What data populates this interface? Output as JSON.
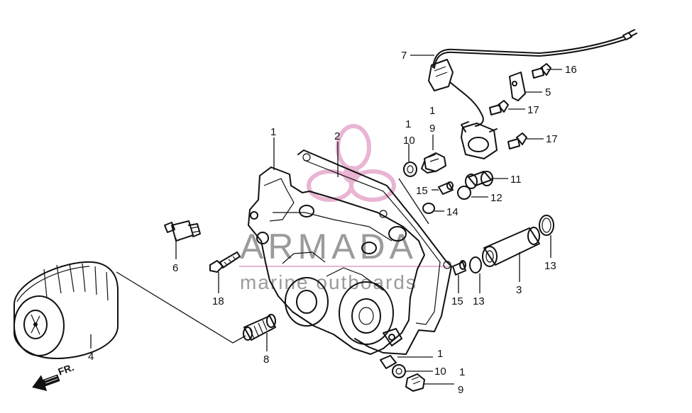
{
  "watermark": {
    "brand": "ARMADA",
    "tagline": "marine outboards",
    "logo_color": "#e6a9cc",
    "text_color": "#8a8a8a"
  },
  "direction_marker": {
    "label": "FR.",
    "icon": "front-direction-arrow-icon"
  },
  "callouts": [
    {
      "id": "c7",
      "text": "7"
    },
    {
      "id": "c16",
      "text": "16"
    },
    {
      "id": "c5",
      "text": "5"
    },
    {
      "id": "c17a",
      "text": "17"
    },
    {
      "id": "c17b",
      "text": "17"
    },
    {
      "id": "c1a",
      "text": "1"
    },
    {
      "id": "c2",
      "text": "2"
    },
    {
      "id": "c1b",
      "text": "1"
    },
    {
      "id": "c10a",
      "text": "10"
    },
    {
      "id": "c1c",
      "text": "1"
    },
    {
      "id": "c9a",
      "text": "9"
    },
    {
      "id": "c11",
      "text": "11"
    },
    {
      "id": "c15a",
      "text": "15"
    },
    {
      "id": "c12",
      "text": "12"
    },
    {
      "id": "c14",
      "text": "14"
    },
    {
      "id": "c6",
      "text": "6"
    },
    {
      "id": "c18",
      "text": "18"
    },
    {
      "id": "c13a",
      "text": "13"
    },
    {
      "id": "c15b",
      "text": "15"
    },
    {
      "id": "c13b",
      "text": "13"
    },
    {
      "id": "c3",
      "text": "3"
    },
    {
      "id": "c4",
      "text": "4"
    },
    {
      "id": "c8",
      "text": "8"
    },
    {
      "id": "c1d",
      "text": "1"
    },
    {
      "id": "c10b",
      "text": "10"
    },
    {
      "id": "c1e",
      "text": "1"
    },
    {
      "id": "c9b",
      "text": "9"
    }
  ]
}
